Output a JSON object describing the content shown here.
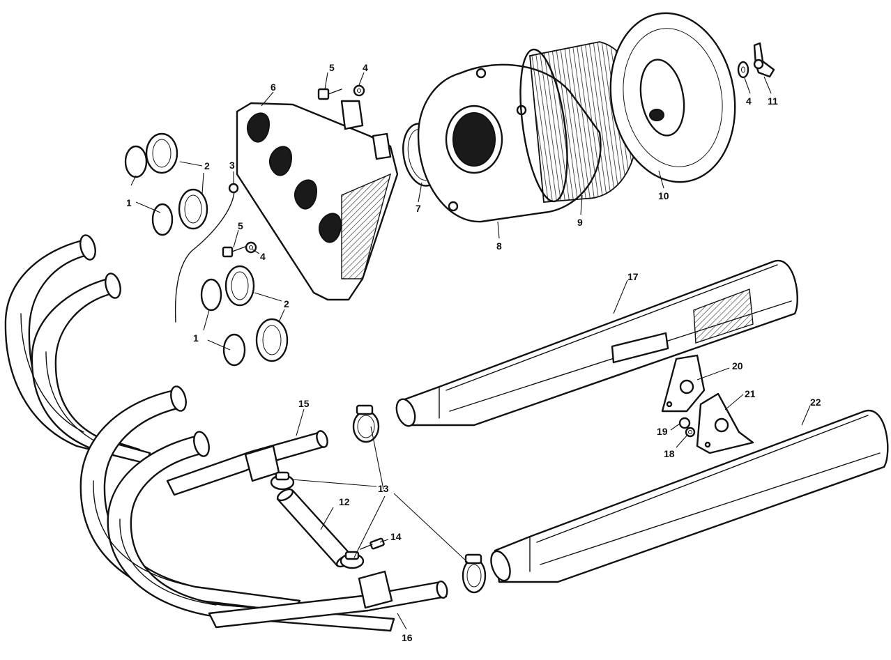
{
  "callouts": {
    "c1a": "1",
    "c1b": "1",
    "c2a": "2",
    "c2b": "2",
    "c3": "3",
    "c4a": "4",
    "c4b": "4",
    "c4c": "4",
    "c5a": "5",
    "c5b": "5",
    "c6": "6",
    "c7": "7",
    "c8": "8",
    "c9": "9",
    "c10": "10",
    "c11": "11",
    "c12": "12",
    "c13": "13",
    "c14": "14",
    "c15": "15",
    "c16": "16",
    "c17": "17",
    "c18": "18",
    "c19": "19",
    "c20": "20",
    "c21": "21",
    "c22": "22"
  }
}
